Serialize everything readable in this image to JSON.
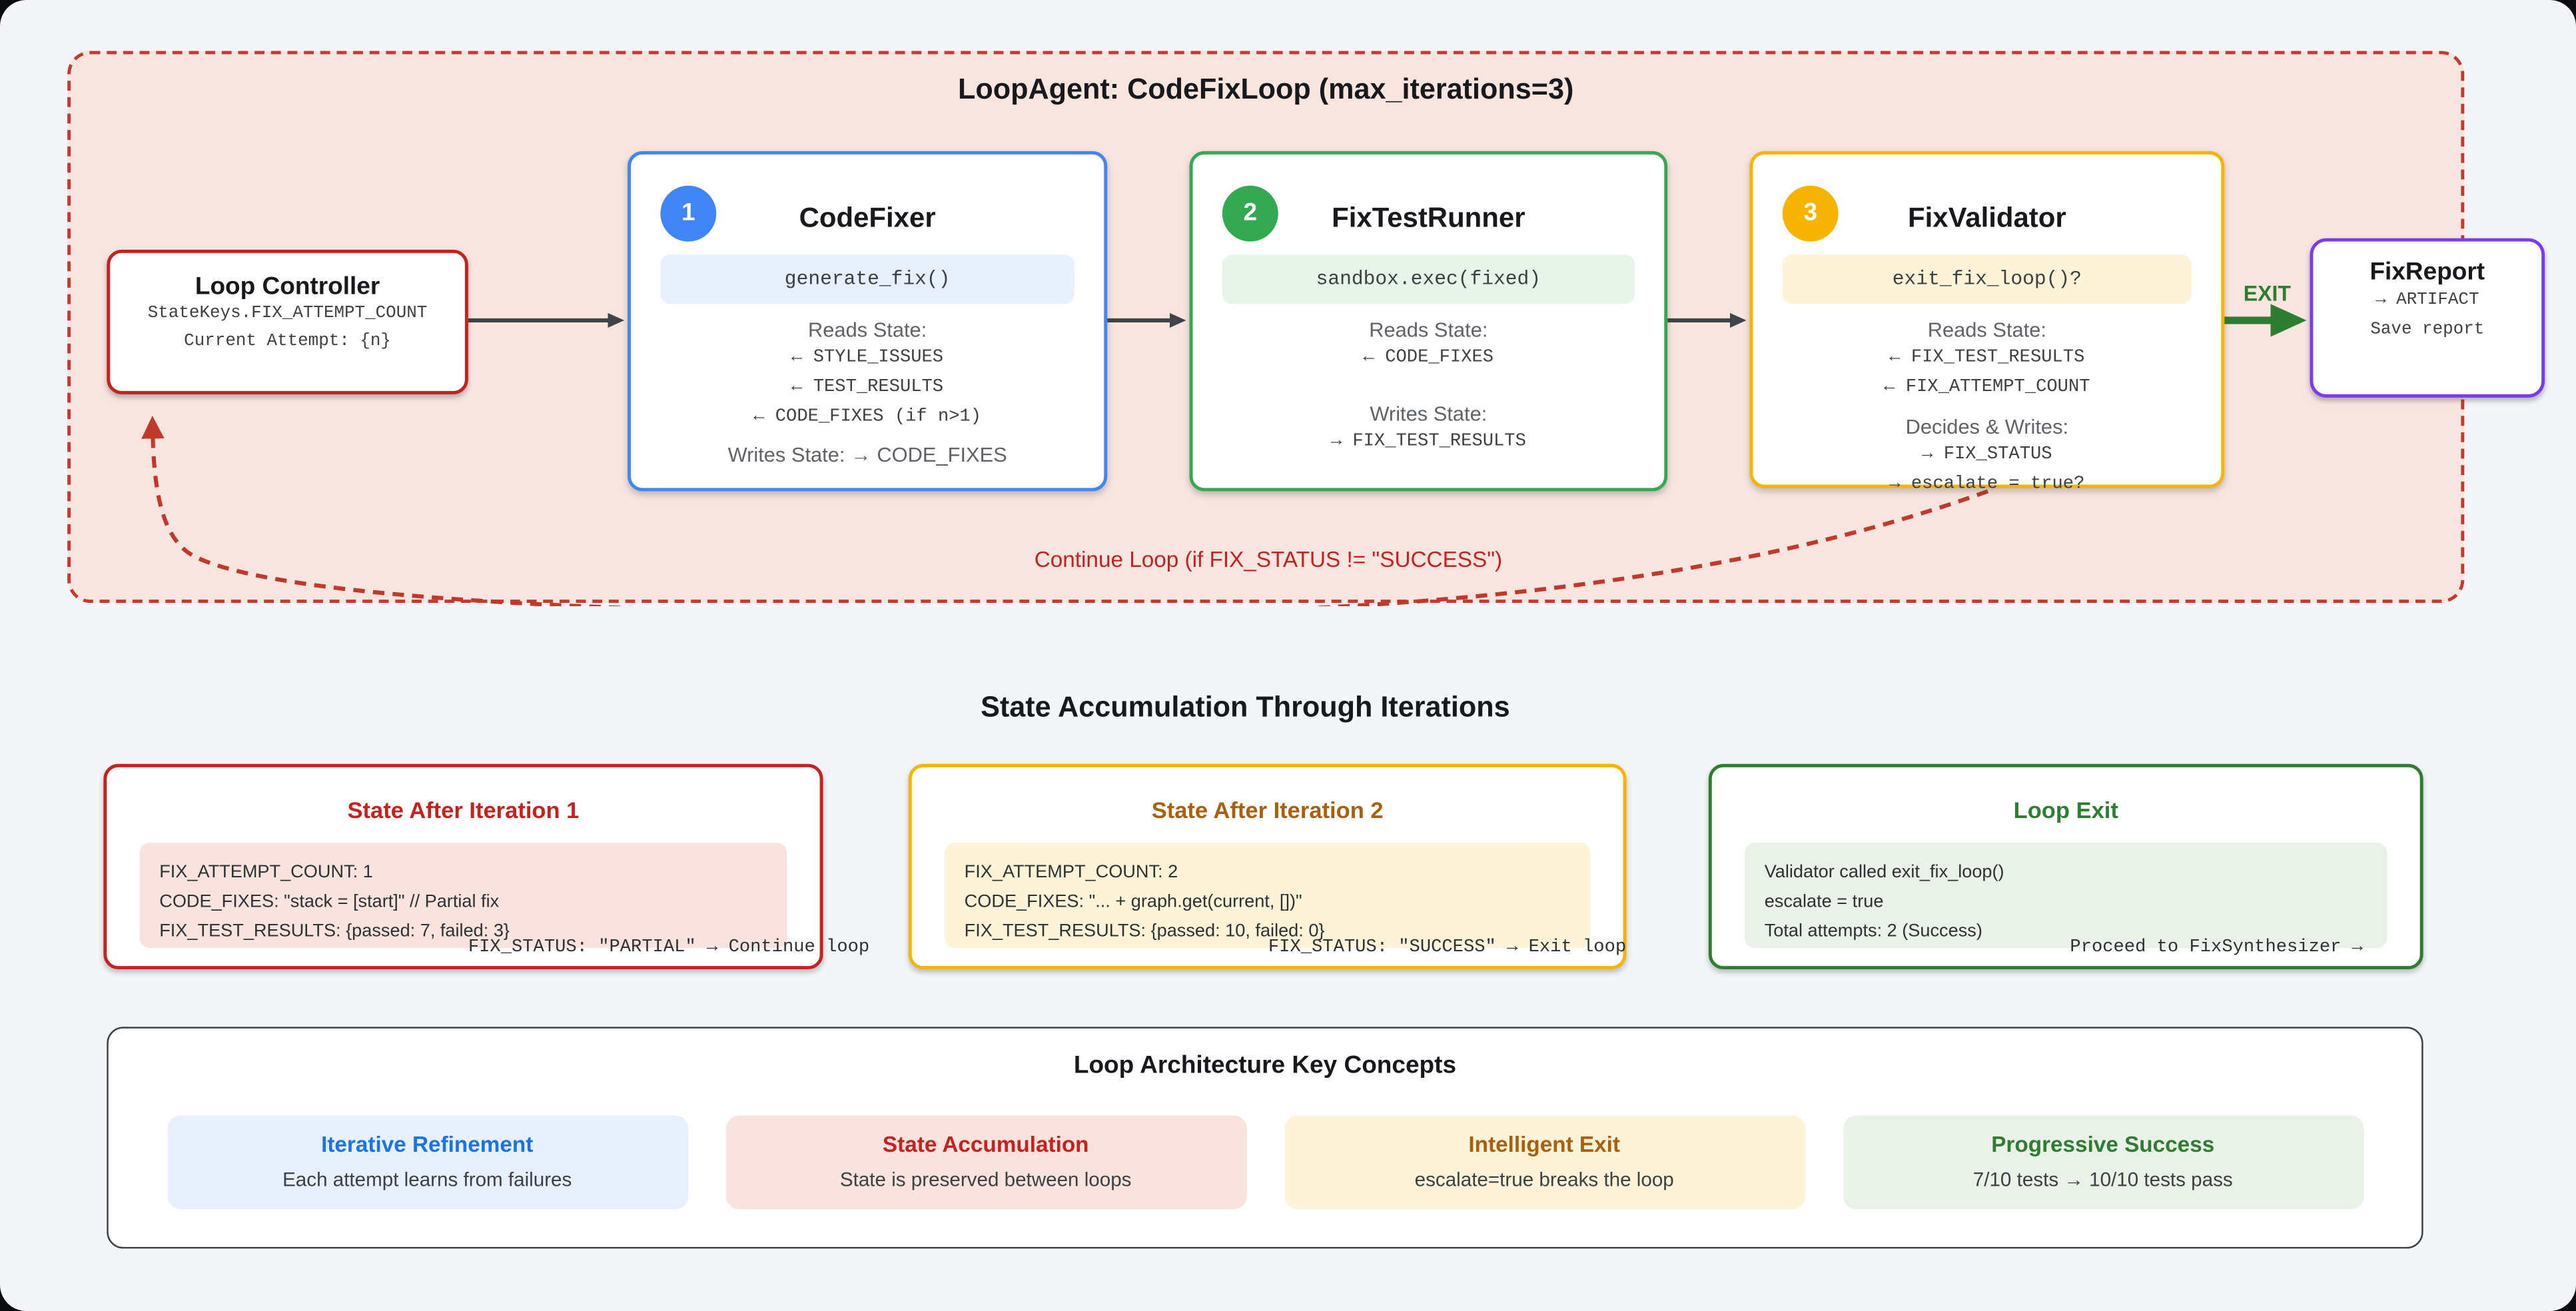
{
  "loop": {
    "title": "LoopAgent: CodeFixLoop (max_iterations=3)",
    "controller": {
      "title": "Loop Controller",
      "lines": [
        "StateKeys.FIX_ATTEMPT_COUNT",
        "Current Attempt: {n}"
      ]
    },
    "agents": [
      {
        "badge": "1",
        "name": "CodeFixer",
        "method": "generate_fix()",
        "reads_label": "Reads State:",
        "reads": [
          "← STYLE_ISSUES",
          "← TEST_RESULTS",
          "← CODE_FIXES (if n>1)"
        ],
        "writes_label": "Writes State: → CODE_FIXES",
        "writes": []
      },
      {
        "badge": "2",
        "name": "FixTestRunner",
        "method": "sandbox.exec(fixed)",
        "reads_label": "Reads State:",
        "reads": [
          "← CODE_FIXES"
        ],
        "writes_label": "Writes State:",
        "writes": [
          "→ FIX_TEST_RESULTS"
        ]
      },
      {
        "badge": "3",
        "name": "FixValidator",
        "method": "exit_fix_loop()?",
        "reads_label": "Reads State:",
        "reads": [
          "← FIX_TEST_RESULTS",
          "← FIX_ATTEMPT_COUNT"
        ],
        "writes_label": "Decides & Writes:",
        "writes": [
          "→ FIX_STATUS",
          "→ escalate = true?"
        ]
      }
    ],
    "exit_label": "EXIT",
    "report": {
      "title": "FixReport",
      "lines": [
        "→ ARTIFACT",
        "Save report"
      ]
    },
    "continue_label": "Continue Loop (if FIX_STATUS != \"SUCCESS\")"
  },
  "states": {
    "title": "State Accumulation Through Iterations",
    "boxes": [
      {
        "title": "State After Iteration 1",
        "code": [
          "FIX_ATTEMPT_COUNT: 1",
          "CODE_FIXES: \"stack = [start]\" // Partial fix",
          "FIX_TEST_RESULTS: {passed: 7, failed: 3}"
        ],
        "status": "FIX_STATUS: \"PARTIAL\" → Continue loop"
      },
      {
        "title": "State After Iteration 2",
        "code": [
          "FIX_ATTEMPT_COUNT: 2",
          "CODE_FIXES: \"... + graph.get(current, [])\"",
          "FIX_TEST_RESULTS: {passed: 10, failed: 0}"
        ],
        "status": "FIX_STATUS: \"SUCCESS\" → Exit loop"
      },
      {
        "title": "Loop Exit",
        "code": [
          "Validator called exit_fix_loop()",
          "escalate = true",
          "Total attempts: 2 (Success)"
        ],
        "status": "Proceed to FixSynthesizer →"
      }
    ]
  },
  "concepts": {
    "title": "Loop Architecture Key Concepts",
    "items": [
      {
        "title": "Iterative Refinement",
        "desc": "Each attempt learns from failures"
      },
      {
        "title": "State Accumulation",
        "desc": "State is preserved between loops"
      },
      {
        "title": "Intelligent Exit",
        "desc": "escalate=true breaks the loop"
      },
      {
        "title": "Progressive Success",
        "desc": "7/10 tests → 10/10 tests pass"
      }
    ]
  },
  "colors": {
    "red": "#c5221f",
    "dashed_red": "#c5392e",
    "blue": "#4285f4",
    "green": "#34a853",
    "dark_green": "#2e7d32",
    "amber": "#f4b400",
    "amber_text": "#a8600f",
    "purple": "#7c3aed",
    "loop_bg": "#f9e5e0",
    "page_bg": "#f3f5f8"
  }
}
